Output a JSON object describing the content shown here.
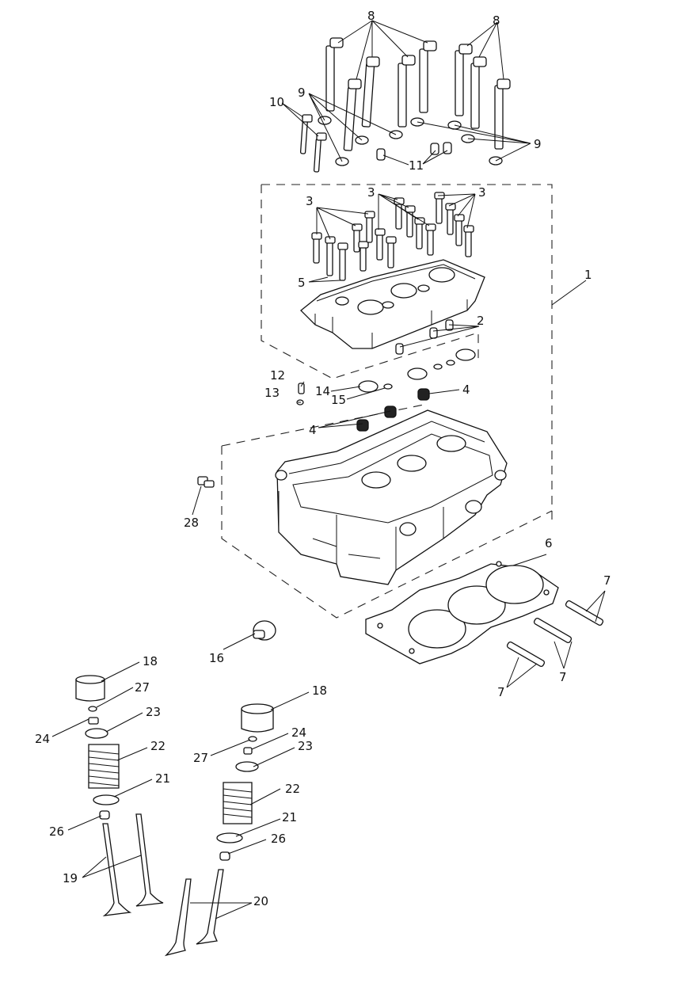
{
  "labels": {
    "l1": "1",
    "l2": "2",
    "l3": "3",
    "l4": "4",
    "l5": "5",
    "l6": "6",
    "l7": "7",
    "l8": "8",
    "l9": "9",
    "l10": "10",
    "l11": "11",
    "l12": "12",
    "l13": "13",
    "l14": "14",
    "l15": "15",
    "l16": "16",
    "l18": "18",
    "l19": "19",
    "l20": "20",
    "l21": "21",
    "l22": "22",
    "l23": "23",
    "l24": "24",
    "l26": "26",
    "l27": "27",
    "l28": "28"
  }
}
